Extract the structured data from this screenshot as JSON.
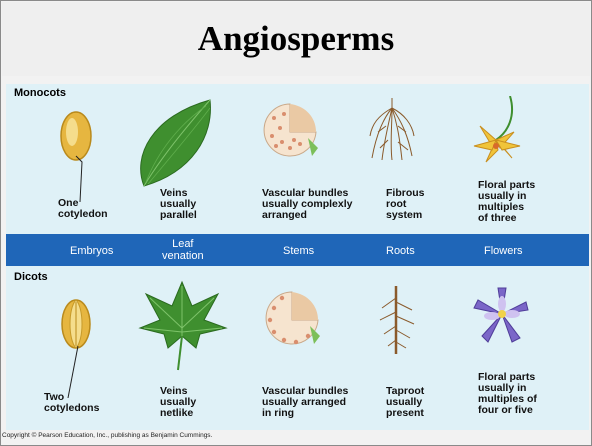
{
  "slide": {
    "title": "Angiosperms"
  },
  "groups": {
    "monocots": {
      "label": "Monocots",
      "captions": [
        "One\ncotyledon",
        "Veins\nusually\nparallel",
        "Vascular bundles\nusually complexly\narranged",
        "Fibrous\nroot\nsystem",
        "Floral parts\nusually in\nmultiples\nof three"
      ]
    },
    "dicots": {
      "label": "Dicots",
      "captions": [
        "Two\ncotyledons",
        "Veins\nusually\nnetlike",
        "Vascular bundles\nusually arranged\nin ring",
        "Taproot\nusually\npresent",
        "Floral parts\nusually in\nmultiples of\nfour or five"
      ]
    }
  },
  "band": {
    "labels": [
      "Embryos",
      "Leaf\nvenation",
      "Stems",
      "Roots",
      "Flowers"
    ]
  },
  "footer": {
    "copyright": "Copyright © Pearson Education, Inc., publishing as Benjamin Cummings."
  },
  "colors": {
    "band": "#1f66b8",
    "panel": "#dff1f7",
    "leaf_green": "#3f8f2f",
    "seed_yellow": "#e6b640",
    "flower_yellow": "#f0c43a",
    "flower_purple": "#7b66c8"
  },
  "icons": {
    "monocot_embryo": "monocot-seed-illustration",
    "monocot_leaf": "parallel-vein-leaf-illustration",
    "monocot_stem": "monocot-stem-cross-section-illustration",
    "monocot_root": "fibrous-root-illustration",
    "monocot_flower": "three-part-flower-illustration",
    "dicot_embryo": "dicot-seed-illustration",
    "dicot_leaf": "netlike-vein-leaf-illustration",
    "dicot_stem": "dicot-stem-cross-section-illustration",
    "dicot_root": "taproot-illustration",
    "dicot_flower": "five-part-flower-illustration"
  }
}
